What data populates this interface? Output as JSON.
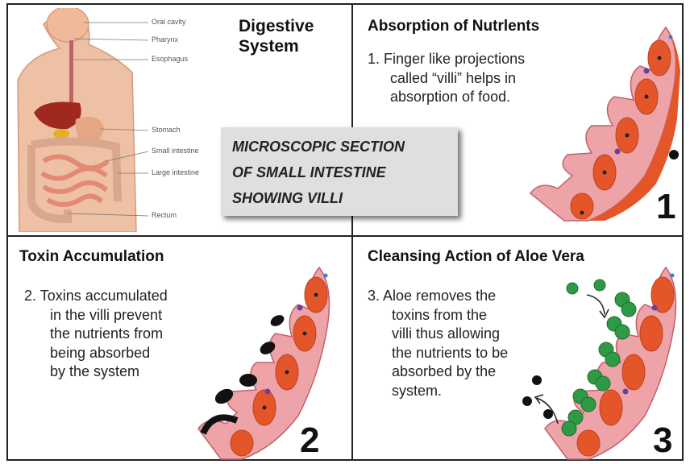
{
  "panel_digestive": {
    "title_line1": "Digestive",
    "title_line2": "System",
    "organ_labels": [
      "Oral cavity",
      "Pharynx",
      "Esophagus",
      "Stomach",
      "Small intestine",
      "Large intestine",
      "Rectum"
    ]
  },
  "callout": {
    "line1": "MICROSCOPIC SECTION",
    "line2": "OF SMALL INTESTINE",
    "line3": "SHOWING VILLI"
  },
  "panel_absorption": {
    "title": "Absorption of Nutrlents",
    "text_line1": "1.  Finger like projections",
    "text_line2": "called “villi” helps in",
    "text_line3": "absorption of food.",
    "number": "1"
  },
  "panel_toxin": {
    "title": "Toxin Accumulation",
    "text_line1": "2. Toxins accumulated",
    "text_line2": "in the villi prevent",
    "text_line3": "the nutrients from",
    "text_line4": "being absorbed",
    "text_line5": "by the system",
    "number": "2"
  },
  "panel_cleansing": {
    "title": "Cleansing Action of Aloe Vera",
    "text_line1": "3.  Aloe removes the",
    "text_line2": "toxins from the",
    "text_line3": "villi thus allowing",
    "text_line4": "the nutrients to be",
    "text_line5": "absorbed by the",
    "text_line6": "system.",
    "number": "3"
  },
  "colors": {
    "villus_pink": "#eea3a8",
    "villus_edge": "#c0616b",
    "cell_orange": "#e4562a",
    "toxin_black": "#111111",
    "aloe_green": "#2e9a46",
    "callout_gray": "#dfdfdf"
  }
}
